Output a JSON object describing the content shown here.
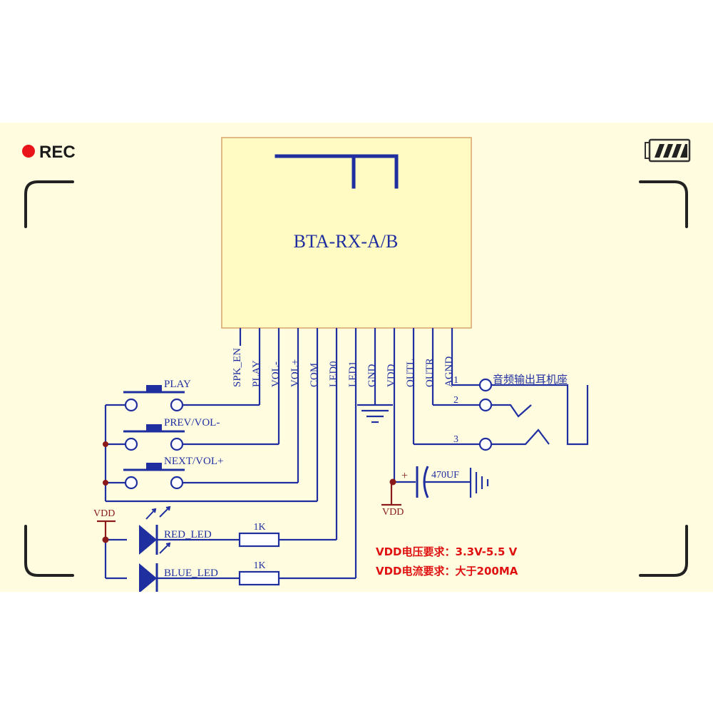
{
  "rec_label": "REC",
  "module_label": "BTA-RX-A/B",
  "pins": [
    "SPK_EN",
    "PLAY",
    "VOL-",
    "VOL+",
    "COM",
    "LED0",
    "LED1",
    "GND",
    "VDD",
    "OUTL",
    "OUTR",
    "AGND"
  ],
  "buttons": [
    "PLAY",
    "PREV/VOL-",
    "NEXT/VOL+"
  ],
  "jack": {
    "title": "音频输出耳机座",
    "pin1": "1",
    "pin2": "2",
    "pin3": "3"
  },
  "leds": [
    "RED_LED",
    "BLUE_LED"
  ],
  "resistor_value": "1K",
  "vdd_label": "VDD",
  "capacitor": {
    "value": "470UF",
    "polarity": "+"
  },
  "notes": [
    "VDD电压要求：3.3V-5.5 V",
    "VDD电流要求：大于200MA"
  ],
  "colors": {
    "screen_bg": "#fffce0",
    "module_bg": "#fffbc2",
    "wire": "#1f2fa0",
    "accent_red": "#8b1a1a",
    "note_red": "#e01010",
    "rec_dot": "#e8141a"
  }
}
